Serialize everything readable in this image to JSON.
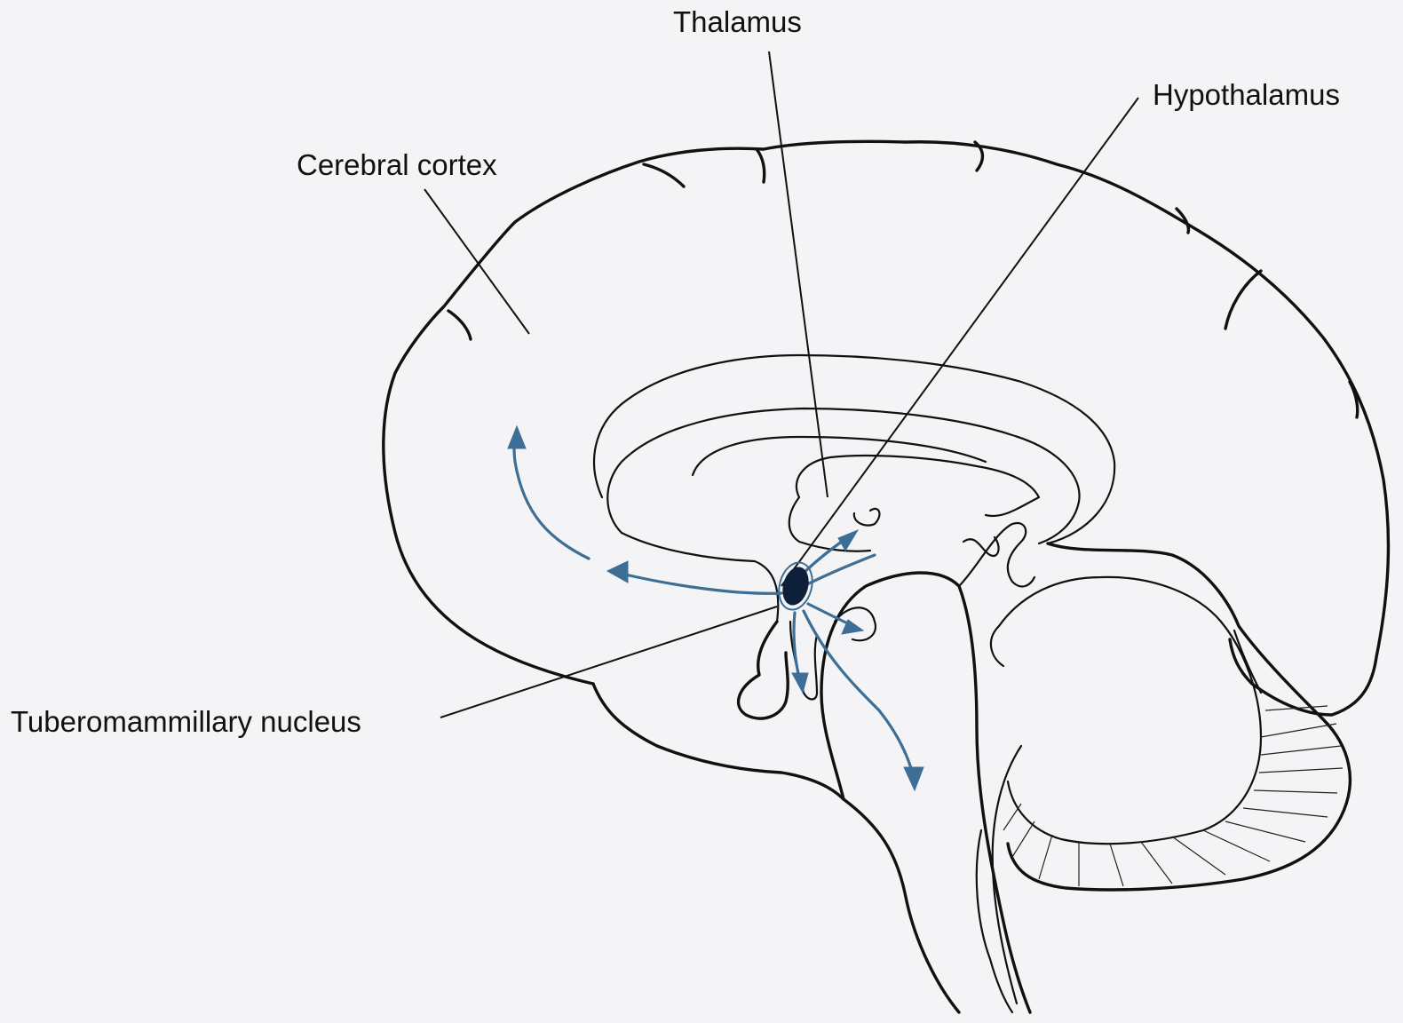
{
  "labels": {
    "thalamus": "Thalamus",
    "hypothalamus": "Hypothalamus",
    "cerebral_cortex": "Cerebral cortex",
    "tuberomammillary_nucleus": "Tuberomammillary nucleus"
  },
  "colors": {
    "background": "#f4f4f6",
    "outline": "#111111",
    "projection": "#3d6e96",
    "nucleus": "#0e1f3a"
  }
}
